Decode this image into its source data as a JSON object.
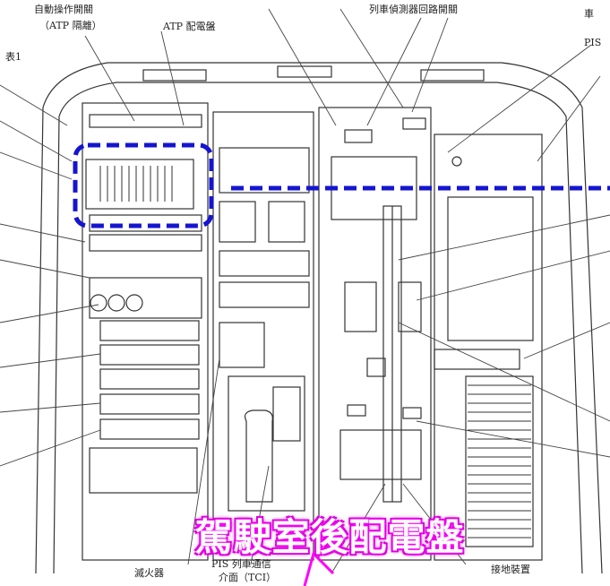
{
  "labels": {
    "top_left_1": "自動操作開關",
    "top_left_2": "（ATP 隔離）",
    "atp_panel": "ATP 配電盤",
    "top_right": "列車偵測器回路開關",
    "top_far_right": "車",
    "pis_right": "PIS",
    "left_edge": "表1",
    "extinguisher": "滅火器",
    "pis_comm_1": "PIS 列車通信",
    "pis_comm_2": "介面（TCI）",
    "ground_device": "接地裝置"
  },
  "caption": "駕駛室後配電盤",
  "colors": {
    "highlight": "#1515d0",
    "caption_glow": "#ff00ff"
  }
}
